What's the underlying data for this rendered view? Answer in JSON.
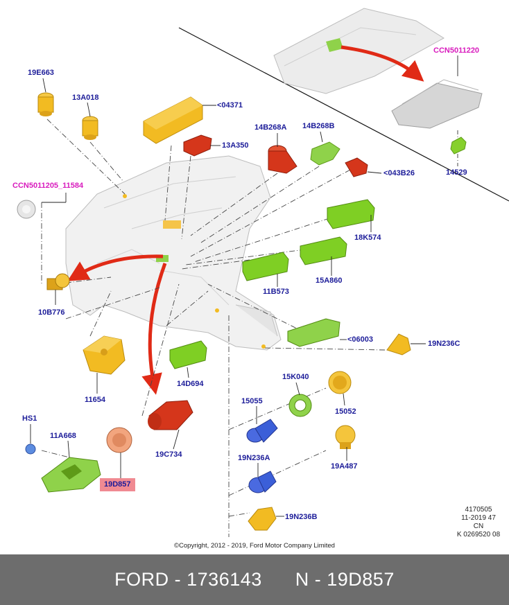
{
  "labels": {
    "p19E663": "19E663",
    "p13A018": "13A018",
    "p04371": "<04371",
    "p13A350": "13A350",
    "p14B268A": "14B268A",
    "p14B268B": "14B268B",
    "p043B26": "<043B26",
    "pCCN5011220": "CCN5011220",
    "p14529": "14529",
    "pCCN5011205": "CCN5011205_11584",
    "p18K574": "18K574",
    "p15A860": "15A860",
    "p11B573": "11B573",
    "p10B776": "10B776",
    "p06003": "<06003",
    "p19N236C": "19N236C",
    "p11654": "11654",
    "p14D694": "14D694",
    "p15K040": "15K040",
    "p15055": "15055",
    "p15052": "15052",
    "pHS1": "HS1",
    "p11A668": "11A668",
    "p19C734": "19C734",
    "p19D857": "19D857",
    "p19N236A": "19N236A",
    "p19A487": "19A487",
    "p19N236B": "19N236B"
  },
  "meta": {
    "line1": "4170505",
    "line2": "11-2019 47",
    "line3": "CN",
    "line4": "K 0269520 08"
  },
  "copyright": "©Copyright, 2012 - 2019, Ford Motor Company Limited",
  "footer": {
    "text": "FORD - 1736143      N - 19D857"
  },
  "colors": {
    "label": "#1c1c99",
    "label_ccn": "#d81bbd",
    "highlight": "#f08a92",
    "yellow_part": "#f2bb22",
    "green_part": "#7fcf24",
    "red_part": "#d5361b",
    "blue_part": "#3b5fd8",
    "arrow": "#e02a16",
    "footer_bg": "#6d6d6d"
  }
}
